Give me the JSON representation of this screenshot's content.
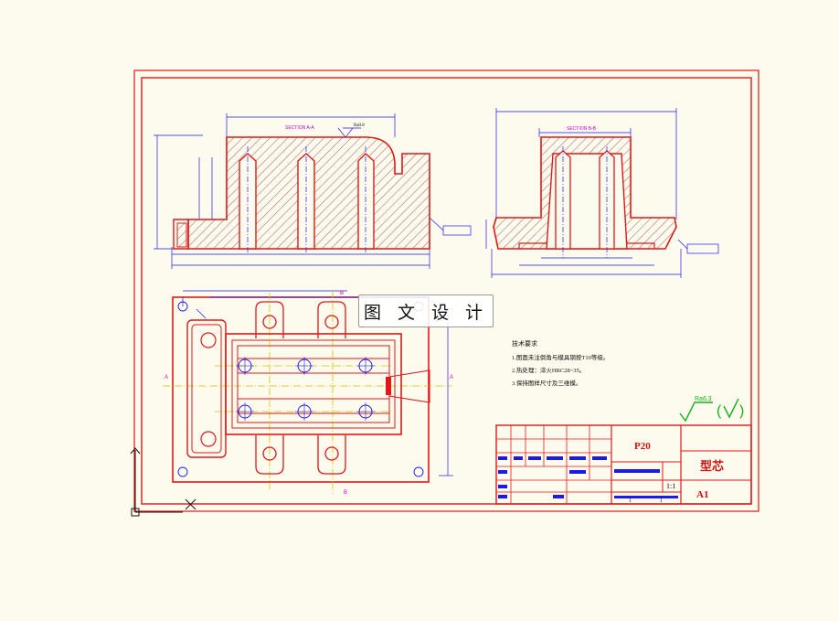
{
  "title_block": {
    "material_code": "P20",
    "part_name": "型芯",
    "sheet_size": "A1",
    "scale": "1:1",
    "count_left": "1",
    "count_right": "1"
  },
  "views": {
    "section_aa_label": "SECTION A-A",
    "section_bb_label": "SECTION B-B",
    "roughness_top": "Ra0.8",
    "cut_label_a": "A",
    "cut_label_b": "B"
  },
  "tech_requirements": {
    "heading": "技术要求",
    "items": [
      "1.图面未注倒角与模具钢按T10等级。",
      "2.热处理：淬火HRC28~35。",
      "3.保持图样尺寸及三维模。"
    ]
  },
  "roughness_note": "Ra6.3",
  "watermark_text": "图 文 设 计",
  "colors": {
    "border": "#e01818",
    "part_outline": "#e01818",
    "dimension": "#1a1aee",
    "centerline": "#d8c000",
    "hatch": "#b07070",
    "background": "#fdfbee",
    "check_mark": "#18b018"
  }
}
